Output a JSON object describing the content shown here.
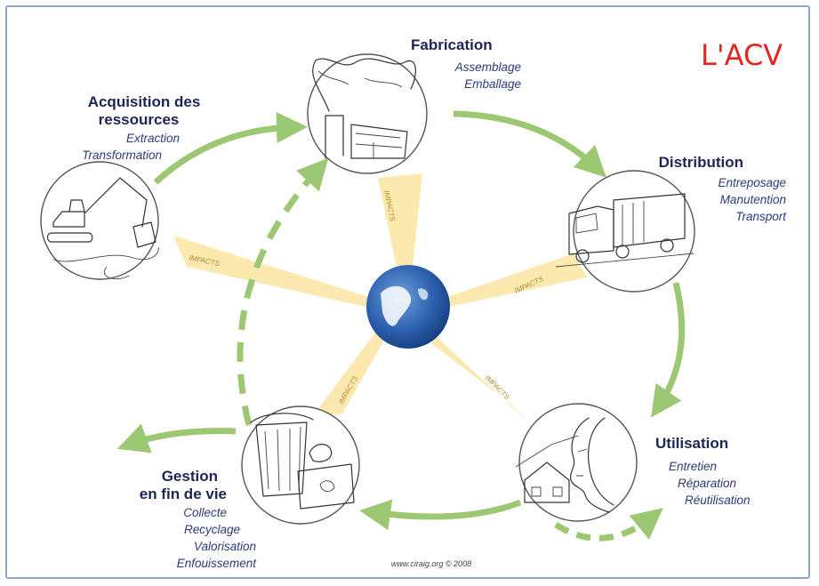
{
  "logo": "L'ACV",
  "stages": {
    "fabrication": {
      "title": "Fabrication",
      "items": [
        "Assemblage",
        "Emballage"
      ]
    },
    "distribution": {
      "title": "Distribution",
      "items": [
        "Entreposage",
        "Manutention",
        "Transport"
      ]
    },
    "utilisation": {
      "title": "Utilisation",
      "items": [
        "Entretien",
        "Réparation",
        "Réutilisation"
      ]
    },
    "gestion": {
      "title_lines": [
        "Gestion",
        "en fin de vie"
      ],
      "items": [
        "Collecte",
        "Recyclage",
        "Valorisation",
        "Enfouissement"
      ]
    },
    "acquisition": {
      "title_lines": [
        "Acquisition des",
        "ressources"
      ],
      "items": [
        "Extraction",
        "Transformation"
      ]
    }
  },
  "impact_label": "IMPACTS",
  "credit": "www.ciraig.org © 2008",
  "colors": {
    "arrow": "#9cc873",
    "impact_band": "#fbe7a6",
    "title": "#1f2456",
    "subtitle": "#2d3a78",
    "logo": "#e5261f",
    "globe": "#2f63b0"
  }
}
